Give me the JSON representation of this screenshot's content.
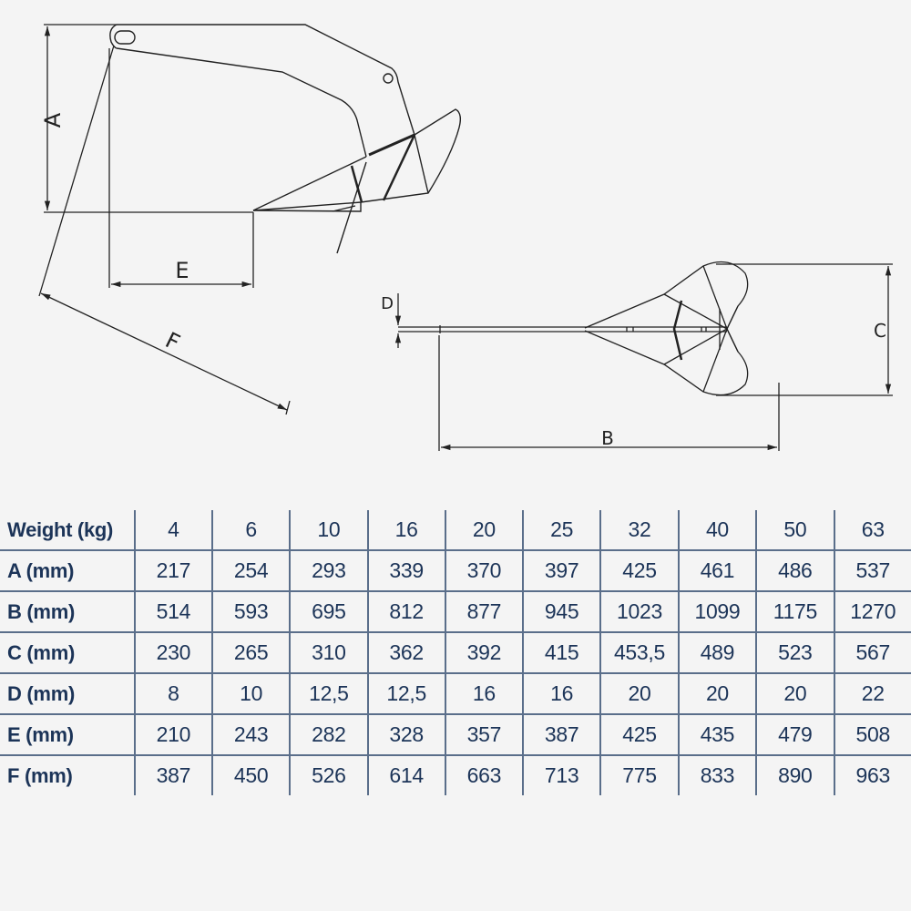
{
  "drawing": {
    "labels": {
      "a": "A",
      "b": "B",
      "c": "C",
      "d": "D",
      "e": "E",
      "f": "F"
    }
  },
  "table": {
    "rows": [
      {
        "label": "Weight (kg)",
        "values": [
          "4",
          "6",
          "10",
          "16",
          "20",
          "25",
          "32",
          "40",
          "50",
          "63"
        ]
      },
      {
        "label": "A (mm)",
        "values": [
          "217",
          "254",
          "293",
          "339",
          "370",
          "397",
          "425",
          "461",
          "486",
          "537"
        ]
      },
      {
        "label": "B (mm)",
        "values": [
          "514",
          "593",
          "695",
          "812",
          "877",
          "945",
          "1023",
          "1099",
          "1175",
          "1270"
        ]
      },
      {
        "label": "C (mm)",
        "values": [
          "230",
          "265",
          "310",
          "362",
          "392",
          "415",
          "453,5",
          "489",
          "523",
          "567"
        ]
      },
      {
        "label": "D (mm)",
        "values": [
          "8",
          "10",
          "12,5",
          "12,5",
          "16",
          "16",
          "20",
          "20",
          "20",
          "22"
        ]
      },
      {
        "label": "E (mm)",
        "values": [
          "210",
          "243",
          "282",
          "328",
          "357",
          "387",
          "425",
          "435",
          "479",
          "508"
        ]
      },
      {
        "label": "F (mm)",
        "values": [
          "387",
          "450",
          "526",
          "614",
          "663",
          "713",
          "775",
          "833",
          "890",
          "963"
        ]
      }
    ]
  },
  "colors": {
    "table_text": "#1c3458",
    "grid": "#5a6e8a",
    "background": "#f4f4f4",
    "line": "#222222"
  }
}
